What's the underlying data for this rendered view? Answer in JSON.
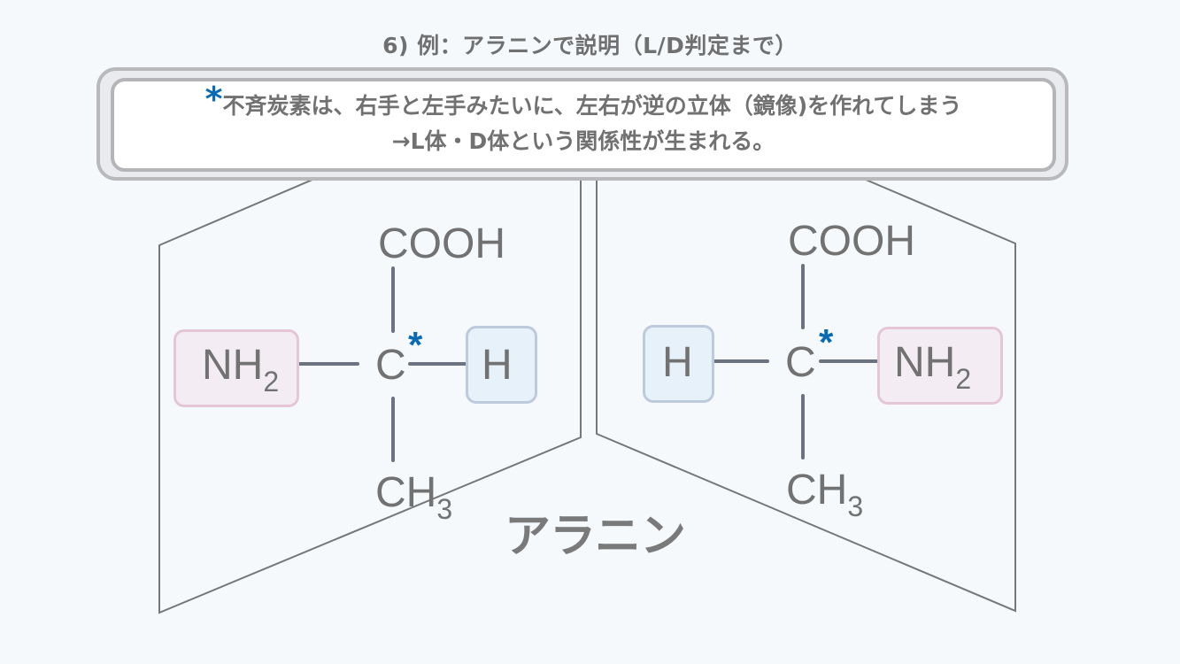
{
  "title": "6) 例：アラニンで説明（L/D判定まで）",
  "callout": {
    "marker": "*",
    "line1": "不斉炭素は、右手と左手みたいに、左右が逆の立体（鏡像)を作れてしまう",
    "line2": "→L体・D体という関係性が生まれる。"
  },
  "molecule_name": "アラニン",
  "left_isomer": {
    "top_group": "COOH",
    "left_group": "NH",
    "left_group_sub": "2",
    "center": "C",
    "chiral_marker": "*",
    "right_group": "H",
    "bottom_group": "CH",
    "bottom_group_sub": "3"
  },
  "right_isomer": {
    "top_group": "COOH",
    "left_group": "H",
    "center": "C",
    "chiral_marker": "*",
    "right_group": "NH",
    "right_group_sub": "2",
    "bottom_group": "CH",
    "bottom_group_sub": "3"
  },
  "colors": {
    "chiral_marker": "#0a6bb4",
    "amino_box": "#f3edf3",
    "hydrogen_box": "#e7f1fa",
    "text": "#727272"
  }
}
